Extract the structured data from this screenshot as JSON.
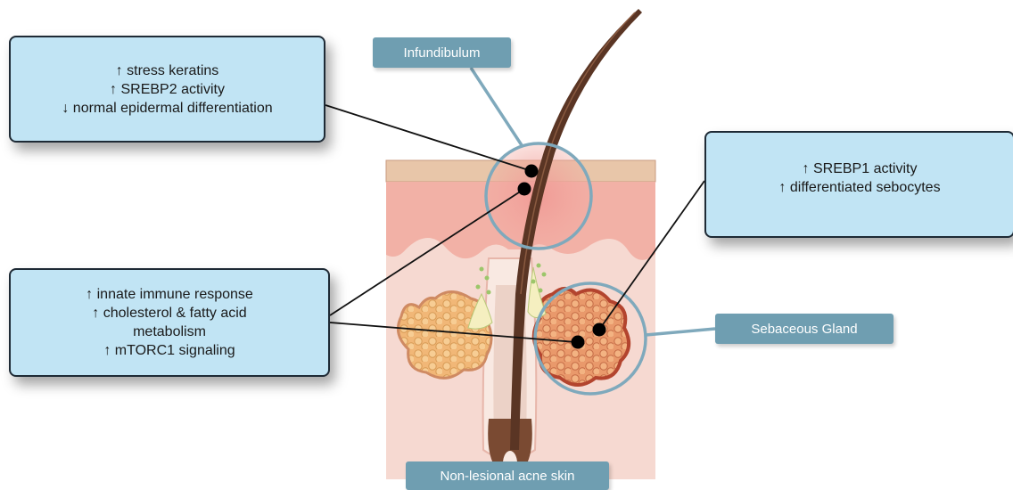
{
  "labels": {
    "infundibulum": "Infundibulum",
    "sebaceous_gland": "Sebaceous Gland",
    "skin": "Non-lesional acne skin"
  },
  "infundibulum_box": {
    "lines": [
      "↑ stress keratins",
      "↑ SREBP2 activity",
      "↓ normal epidermal differentiation"
    ]
  },
  "sebaceous_box": {
    "lines": [
      "↑ SREBP1 activity",
      "↑ differentiated sebocytes"
    ]
  },
  "immune_box": {
    "lines": [
      "↑ innate immune response",
      "↑ cholesterol & fatty acid",
      "metabolism",
      "↑ mTORC1 signaling"
    ]
  },
  "colors": {
    "box_fill": "#c1e4f4",
    "tag_fill": "#6f9eb1",
    "circle_stroke": "#7fa9bc",
    "hair": "#5a3524",
    "skin": "#f2c6b8"
  }
}
